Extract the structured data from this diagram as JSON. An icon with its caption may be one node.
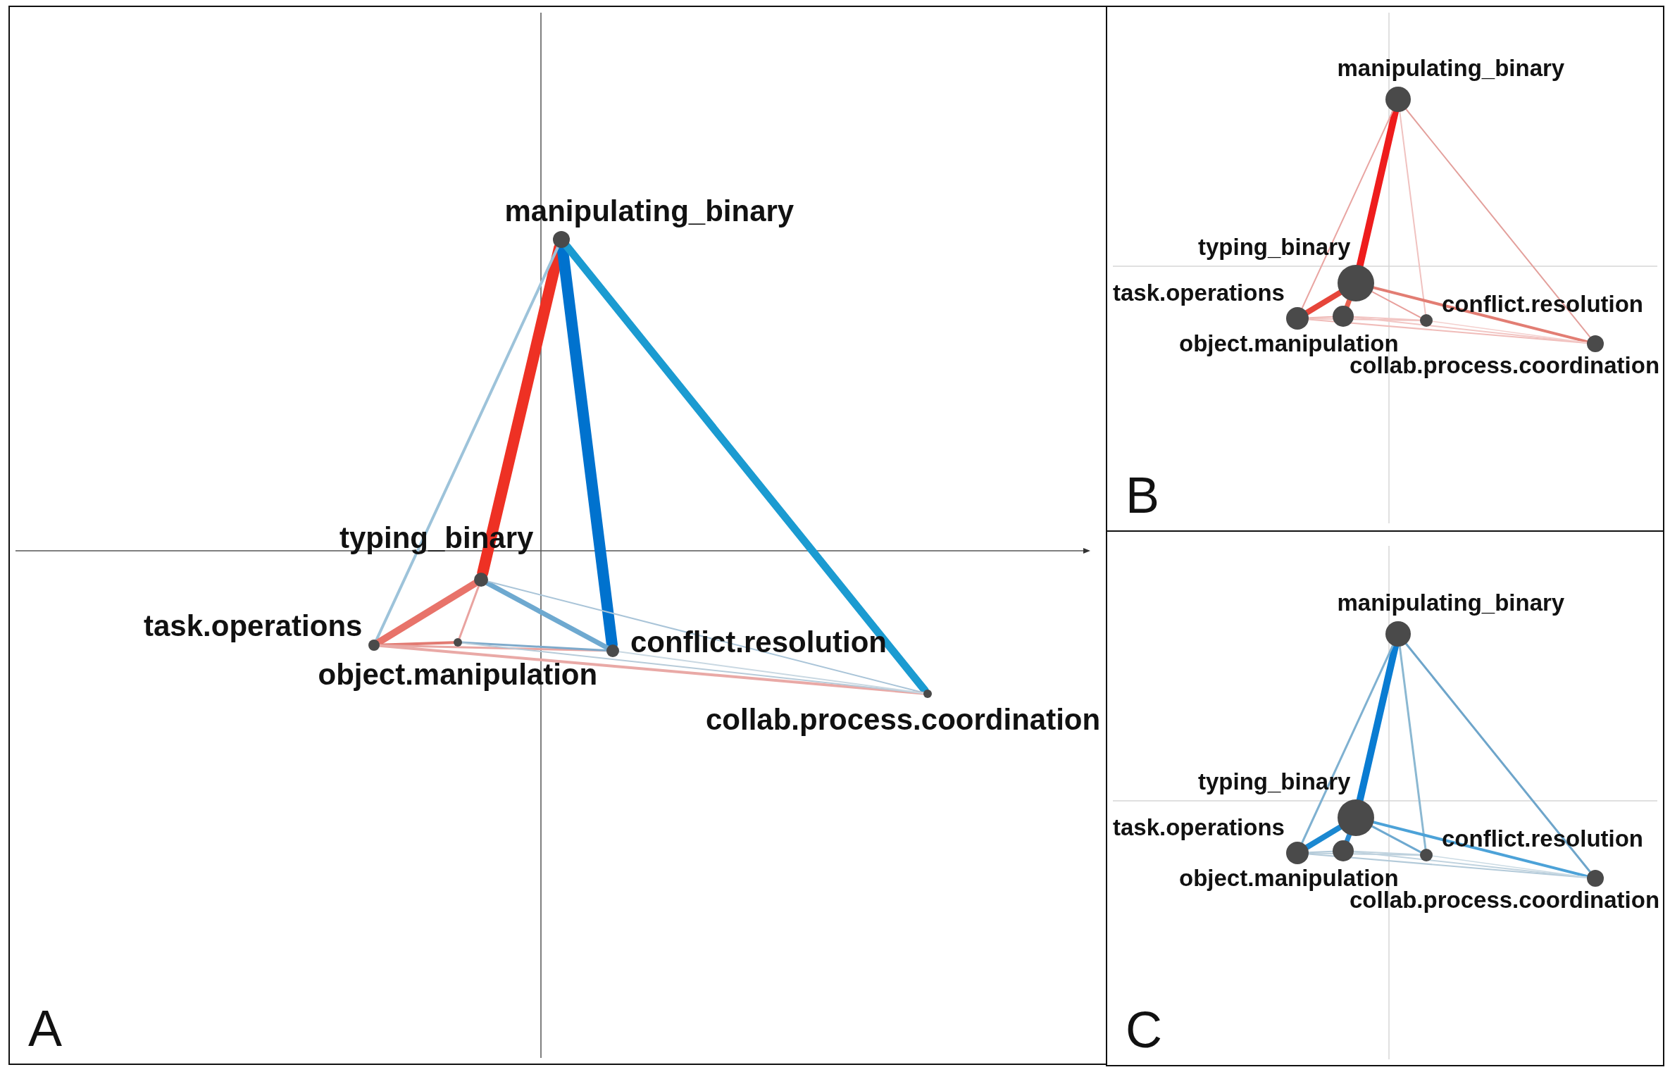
{
  "diagram": {
    "nodes": [
      {
        "text": [
          "A"
        ]
      },
      {
        "text": [
          "manipulating_binary"
        ],
        "in": 0
      },
      {
        "text": [
          "typing_binary"
        ],
        "in": 0
      },
      {
        "text": [
          "task.operations"
        ],
        "in": 0
      },
      {
        "text": [
          "object.manipulation"
        ],
        "in": 0
      },
      {
        "text": [
          "conflict.resolution"
        ],
        "in": 0
      },
      {
        "text": [
          "collab.process.coordination"
        ],
        "in": 0
      },
      {
        "text": [
          "B"
        ]
      },
      {
        "text": [
          "manipulating_binary"
        ],
        "in": 7
      },
      {
        "text": [
          "typing_binary"
        ],
        "in": 7
      },
      {
        "text": [
          "task.operations"
        ],
        "in": 7
      },
      {
        "text": [
          "object.manipulation"
        ],
        "in": 7
      },
      {
        "text": [
          "conflict.resolution"
        ],
        "in": 7
      },
      {
        "text": [
          "collab.process.coordination"
        ],
        "in": 7
      },
      {
        "text": [
          "C"
        ]
      },
      {
        "text": [
          "manipulating_binary"
        ],
        "in": 14
      },
      {
        "text": [
          "typing_binary"
        ],
        "in": 14
      },
      {
        "text": [
          "task.operations"
        ],
        "in": 14
      },
      {
        "text": [
          "object.manipulation"
        ],
        "in": 14
      },
      {
        "text": [
          "conflict.resolution"
        ],
        "in": 14
      },
      {
        "text": [
          "collab.process.coordination"
        ],
        "in": 14
      }
    ],
    "edges": [
      {
        "from": 1,
        "to": 2,
        "arrow": "none",
        "style": "thick",
        "color": "#ee3124"
      },
      {
        "from": 1,
        "to": 5,
        "arrow": "none",
        "style": "thick",
        "color": "#0072ce"
      },
      {
        "from": 1,
        "to": 6,
        "arrow": "none",
        "style": "thick",
        "color": "#1b9bd1"
      },
      {
        "from": 1,
        "to": 3,
        "arrow": "none",
        "color": "#9dc3da"
      },
      {
        "from": 2,
        "to": 3,
        "arrow": "none",
        "style": "thick",
        "color": "#e8736a"
      },
      {
        "from": 2,
        "to": 4,
        "arrow": "none",
        "color": "#e9a3a0"
      },
      {
        "from": 2,
        "to": 5,
        "arrow": "none",
        "style": "thick",
        "color": "#6ea9d0"
      },
      {
        "from": 2,
        "to": 6,
        "arrow": "none",
        "color": "#a9c4d8"
      },
      {
        "from": 3,
        "to": 4,
        "arrow": "none",
        "color": "#e27a72"
      },
      {
        "from": 3,
        "to": 5,
        "arrow": "none",
        "color": "#e8a6a3"
      },
      {
        "from": 3,
        "to": 6,
        "arrow": "none",
        "color": "#e9a9a6"
      },
      {
        "from": 4,
        "to": 5,
        "arrow": "none",
        "color": "#7eaacb"
      },
      {
        "from": 4,
        "to": 6,
        "arrow": "none",
        "color": "#b7cbd9"
      },
      {
        "from": 5,
        "to": 6,
        "arrow": "none",
        "color": "#c9d8e2"
      },
      {
        "from": 8,
        "to": 9,
        "arrow": "none",
        "style": "thick",
        "color": "#ee1c1c"
      },
      {
        "from": 8,
        "to": 10,
        "arrow": "none",
        "color": "#e9a5a2"
      },
      {
        "from": 8,
        "to": 12,
        "arrow": "none",
        "color": "#f0c2c0"
      },
      {
        "from": 8,
        "to": 13,
        "arrow": "none",
        "color": "#e3a09c"
      },
      {
        "from": 9,
        "to": 10,
        "arrow": "none",
        "style": "thick",
        "color": "#e6453a"
      },
      {
        "from": 9,
        "to": 11,
        "arrow": "none",
        "style": "thick",
        "color": "#e8604f"
      },
      {
        "from": 9,
        "to": 12,
        "arrow": "none",
        "color": "#e8a09c"
      },
      {
        "from": 9,
        "to": 13,
        "arrow": "none",
        "color": "#e27d73"
      },
      {
        "from": 10,
        "to": 11,
        "arrow": "none",
        "color": "#eeb6b3"
      },
      {
        "from": 10,
        "to": 12,
        "arrow": "none",
        "color": "#f0c0bd"
      },
      {
        "from": 10,
        "to": 13,
        "arrow": "none",
        "color": "#f0bcb9"
      },
      {
        "from": 11,
        "to": 12,
        "arrow": "none",
        "color": "#f2c6c4"
      },
      {
        "from": 11,
        "to": 13,
        "arrow": "none",
        "color": "#f2c6c4"
      },
      {
        "from": 12,
        "to": 13,
        "arrow": "none",
        "color": "#f4d0ce"
      },
      {
        "from": 15,
        "to": 16,
        "arrow": "none",
        "style": "thick",
        "color": "#0a7cd2"
      },
      {
        "from": 15,
        "to": 17,
        "arrow": "none",
        "color": "#7fb1d1"
      },
      {
        "from": 15,
        "to": 19,
        "arrow": "none",
        "color": "#8bb8d2"
      },
      {
        "from": 15,
        "to": 20,
        "arrow": "none",
        "color": "#6ea5ca"
      },
      {
        "from": 16,
        "to": 17,
        "arrow": "none",
        "style": "thick",
        "color": "#1b88d1"
      },
      {
        "from": 16,
        "to": 18,
        "arrow": "none",
        "style": "thick",
        "color": "#2a8ad0"
      },
      {
        "from": 16,
        "to": 19,
        "arrow": "none",
        "color": "#6ea9d0"
      },
      {
        "from": 16,
        "to": 20,
        "arrow": "none",
        "color": "#4ca2d8"
      },
      {
        "from": 17,
        "to": 18,
        "arrow": "none",
        "color": "#b3cad9"
      },
      {
        "from": 17,
        "to": 19,
        "arrow": "none",
        "color": "#b9cedb"
      },
      {
        "from": 17,
        "to": 20,
        "arrow": "none",
        "color": "#b3cad9"
      },
      {
        "from": 18,
        "to": 19,
        "arrow": "none",
        "color": "#c0d3df"
      },
      {
        "from": 18,
        "to": 20,
        "arrow": "none",
        "color": "#c0d3df"
      },
      {
        "from": 19,
        "to": 20,
        "arrow": "none",
        "color": "#cbdbe4"
      }
    ]
  }
}
